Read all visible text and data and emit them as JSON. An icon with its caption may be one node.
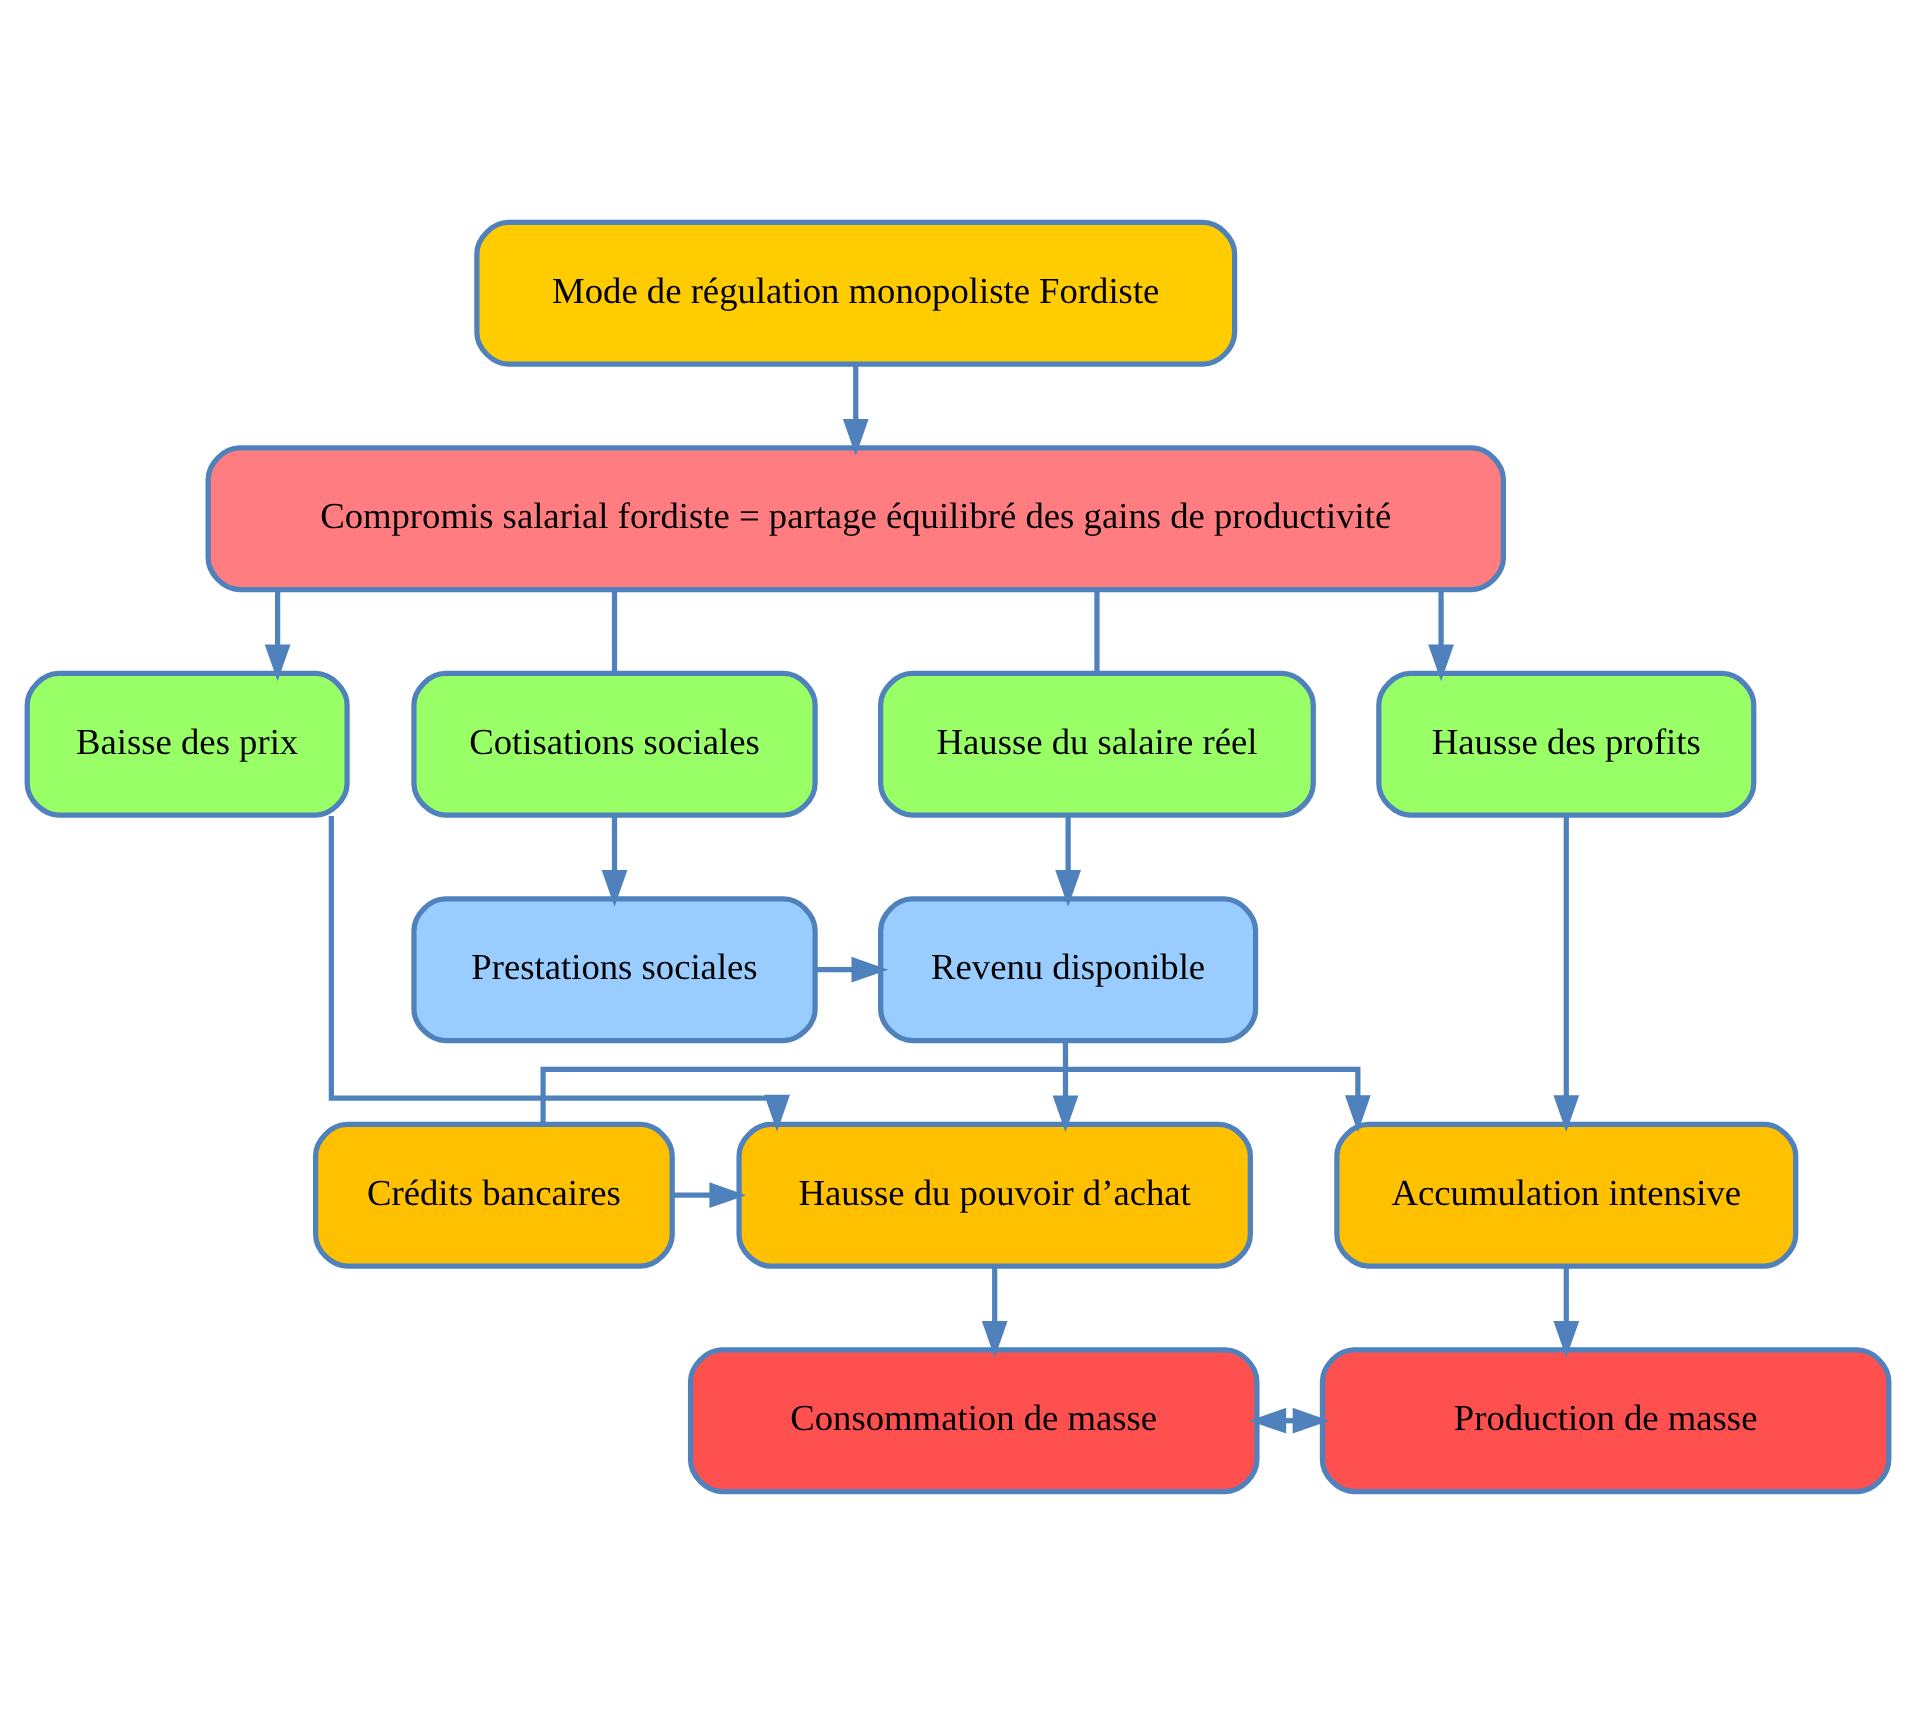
{
  "diagram": {
    "nodes": [
      {
        "text": [
          "Mode de régulation monopoliste Fordiste"
        ]
      },
      {
        "text": [
          "Compromis salarial fordiste = partage équilibré des gains de productivité"
        ]
      },
      {
        "text": [
          "Baisse des prix"
        ]
      },
      {
        "text": [
          "Hausse du salaire réel"
        ]
      },
      {
        "text": [
          "Cotisations sociales"
        ]
      },
      {
        "text": [
          "Hausse des profits"
        ]
      },
      {
        "text": [
          "Revenu disponible"
        ]
      },
      {
        "text": [
          "Prestations sociales"
        ]
      },
      {
        "text": [
          "Hausse du pouvoir d’achat"
        ]
      },
      {
        "text": [
          "Crédits bancaires"
        ]
      },
      {
        "text": [
          "Accumulation intensive"
        ]
      },
      {
        "text": [
          "Consommation de masse"
        ]
      },
      {
        "text": [
          "Production de masse"
        ]
      }
    ],
    "edges": [
      {
        "from": 0,
        "to": 1,
        "arrow": "to"
      },
      {
        "from": 1,
        "to": 2,
        "arrow": "to"
      },
      {
        "from": 1,
        "to": 3,
        "arrow": "none"
      },
      {
        "from": 1,
        "to": 4,
        "arrow": "none"
      },
      {
        "from": 1,
        "to": 5,
        "arrow": "to"
      },
      {
        "from": 3,
        "to": 6,
        "arrow": "to"
      },
      {
        "from": 4,
        "to": 7,
        "arrow": "to"
      },
      {
        "from": 7,
        "to": 6,
        "arrow": "to"
      },
      {
        "from": 6,
        "to": 8,
        "arrow": "to"
      },
      {
        "from": 2,
        "to": 8,
        "arrow": "to"
      },
      {
        "from": 9,
        "to": 8,
        "arrow": "to"
      },
      {
        "from": 9,
        "to": 10,
        "arrow": "to"
      },
      {
        "from": 5,
        "to": 10,
        "arrow": "to"
      },
      {
        "from": 8,
        "to": 11,
        "arrow": "to"
      },
      {
        "from": 10,
        "to": 12,
        "arrow": "to"
      },
      {
        "from": 11,
        "to": 12,
        "arrow": "both"
      }
    ]
  }
}
